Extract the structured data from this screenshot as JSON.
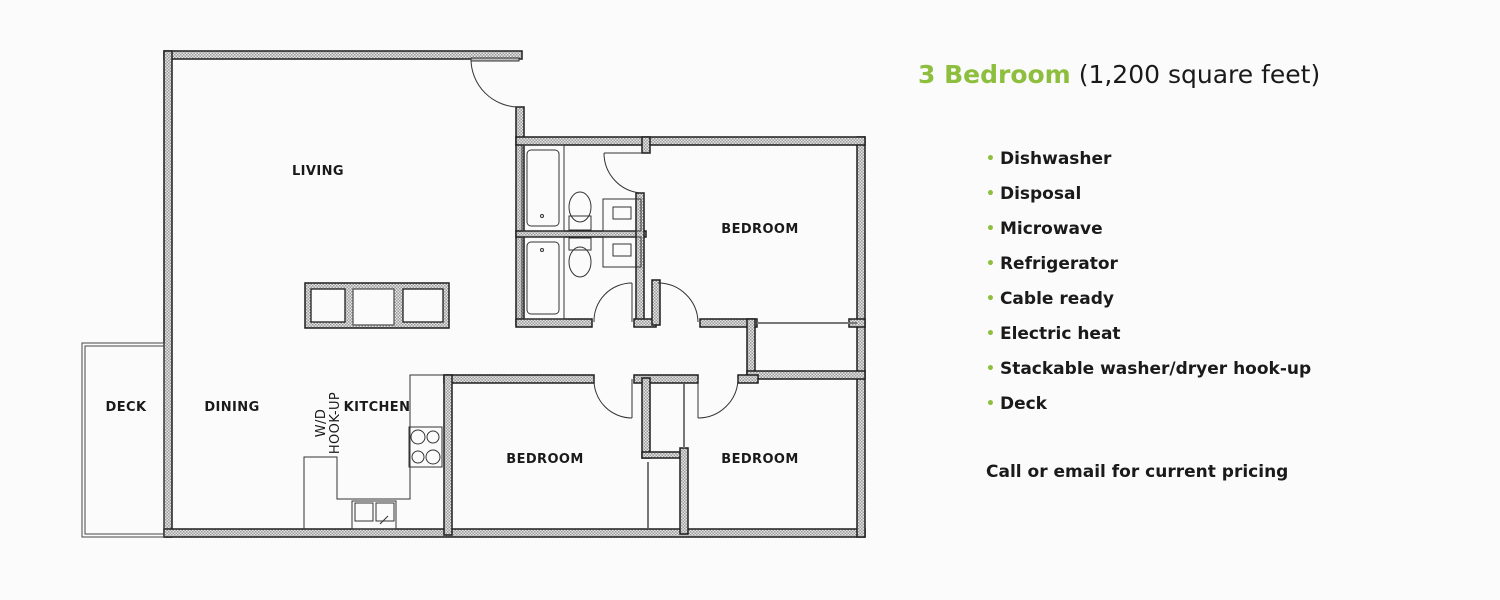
{
  "unit": {
    "title": "3 Bedroom",
    "size": "(1,200 square feet)",
    "accent_color": "#8dbe3e"
  },
  "features": [
    "Dishwasher",
    "Disposal",
    "Microwave",
    "Refrigerator",
    "Cable ready",
    "Electric heat",
    "Stackable washer/dryer hook-up",
    "Deck"
  ],
  "bullet_glyph": "•",
  "pricing_note": "Call or email for current pricing",
  "floorplan": {
    "rooms": {
      "living": "LIVING",
      "dining": "DINING",
      "kitchen": "KITCHEN",
      "deck": "DECK",
      "bedroom_1": "BEDROOM",
      "bedroom_2": "BEDROOM",
      "bedroom_3": "BEDROOM",
      "wd_line1": "W/D",
      "wd_line2": "HOOK-UP"
    }
  }
}
